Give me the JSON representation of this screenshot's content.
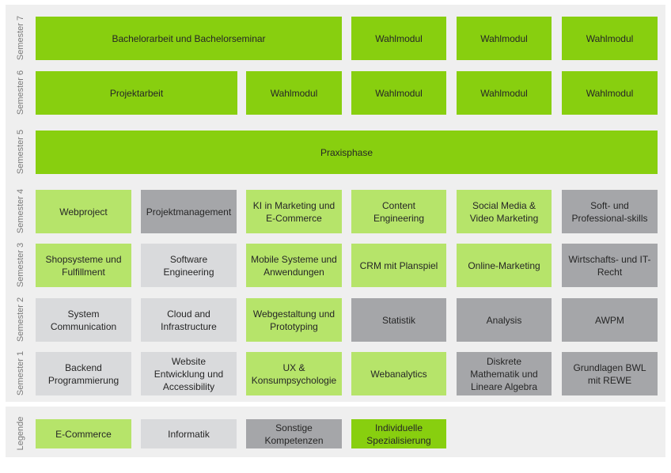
{
  "semesters": [
    {
      "label": "Semester 7",
      "cells": [
        {
          "text": "Bachelorarbeit und Bachelorseminar",
          "cat": "indiv"
        },
        {
          "text": "Wahlmodul",
          "cat": "indiv"
        },
        {
          "text": "Wahlmodul",
          "cat": "indiv"
        },
        {
          "text": "Wahlmodul",
          "cat": "indiv"
        }
      ]
    },
    {
      "label": "Semester 6",
      "cells": [
        {
          "text": "Projektarbeit",
          "cat": "indiv"
        },
        {
          "text": "Wahlmodul",
          "cat": "indiv"
        },
        {
          "text": "Wahlmodul",
          "cat": "indiv"
        },
        {
          "text": "Wahlmodul",
          "cat": "indiv"
        },
        {
          "text": "Wahlmodul",
          "cat": "indiv"
        }
      ]
    },
    {
      "label": "Semester 5",
      "cells": [
        {
          "text": "Praxisphase",
          "cat": "indiv"
        }
      ]
    },
    {
      "label": "Semester 4",
      "cells": [
        {
          "text": "Webproject",
          "cat": "ecom"
        },
        {
          "text": "Projektmanagement",
          "cat": "sonst"
        },
        {
          "text": "KI in Marketing und E-Commerce",
          "cat": "ecom"
        },
        {
          "text": "Content Engineering",
          "cat": "ecom"
        },
        {
          "text": "Social Media & Video Marketing",
          "cat": "ecom"
        },
        {
          "text": "Soft- und Professional-skills",
          "cat": "sonst"
        }
      ]
    },
    {
      "label": "Semester 3",
      "cells": [
        {
          "text": "Shopsysteme und Fulfillment",
          "cat": "ecom"
        },
        {
          "text": "Software Engineering",
          "cat": "info"
        },
        {
          "text": "Mobile Systeme und Anwendungen",
          "cat": "ecom"
        },
        {
          "text": "CRM mit Planspiel",
          "cat": "ecom"
        },
        {
          "text": "Online-Marketing",
          "cat": "ecom"
        },
        {
          "text": "Wirtschafts- und IT-Recht",
          "cat": "sonst"
        }
      ]
    },
    {
      "label": "Semester 2",
      "cells": [
        {
          "text": "System Communication",
          "cat": "info"
        },
        {
          "text": "Cloud and Infrastructure",
          "cat": "info"
        },
        {
          "text": "Webgestaltung und Prototyping",
          "cat": "ecom"
        },
        {
          "text": "Statistik",
          "cat": "sonst"
        },
        {
          "text": "Analysis",
          "cat": "sonst"
        },
        {
          "text": "AWPM",
          "cat": "sonst"
        }
      ]
    },
    {
      "label": "Semester 1",
      "cells": [
        {
          "text": "Backend Programmierung",
          "cat": "info"
        },
        {
          "text": "Website Entwicklung und Accessibility",
          "cat": "info"
        },
        {
          "text": "UX & Konsumpsychologie",
          "cat": "ecom"
        },
        {
          "text": "Webanalytics",
          "cat": "ecom"
        },
        {
          "text": "Diskrete Mathematik und Lineare Algebra",
          "cat": "sonst"
        },
        {
          "text": "Grundlagen BWL mit REWE",
          "cat": "sonst"
        }
      ]
    }
  ],
  "legend": {
    "label": "Legende",
    "items": [
      {
        "text": "E-Commerce",
        "cat": "ecom"
      },
      {
        "text": "Informatik",
        "cat": "info"
      },
      {
        "text": "Sonstige Kompetenzen",
        "cat": "sonst"
      },
      {
        "text": "Individuelle Spezialisierung",
        "cat": "indiv"
      }
    ]
  },
  "colors": {
    "ecom": "#b6e46a",
    "info": "#d9dadc",
    "sonst": "#a5a6a9",
    "indiv": "#88cf0f"
  }
}
